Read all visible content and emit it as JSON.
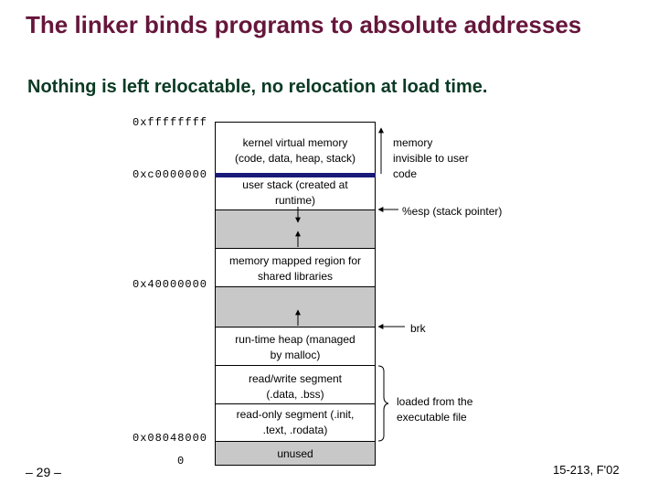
{
  "title": "The linker binds programs to absolute addresses",
  "subtitle": "Nothing is left relocatable, no relocation at load time.",
  "addresses": {
    "top": "0xffffffff",
    "kernel_start": "0xc0000000",
    "shared_libs": "0x40000000",
    "program_start": "0x08048000",
    "zero": "0"
  },
  "regions": {
    "kernel": "kernel virtual memory (code, data, heap, stack)",
    "user_stack": "user stack (created at runtime)",
    "mmap": "memory mapped region for shared libraries",
    "heap": "run-time heap (managed by malloc)",
    "rw_segment": "read/write segment (.data, .bss)",
    "ro_segment": "read-only segment (.init, .text, .rodata)",
    "unused": "unused"
  },
  "annotations": {
    "kernel_invisible": "memory invisible to user code",
    "esp": "%esp (stack pointer)",
    "brk": "brk",
    "loaded_from": "loaded from the executable file"
  },
  "footer": {
    "slide_number": "– 29 –",
    "course": "15-213, F'02"
  },
  "colors": {
    "title": "#66163b",
    "subtitle": "#0b3a24",
    "gray_region": "#c8c8c8",
    "kernel_boundary": "#1a1a7a"
  }
}
